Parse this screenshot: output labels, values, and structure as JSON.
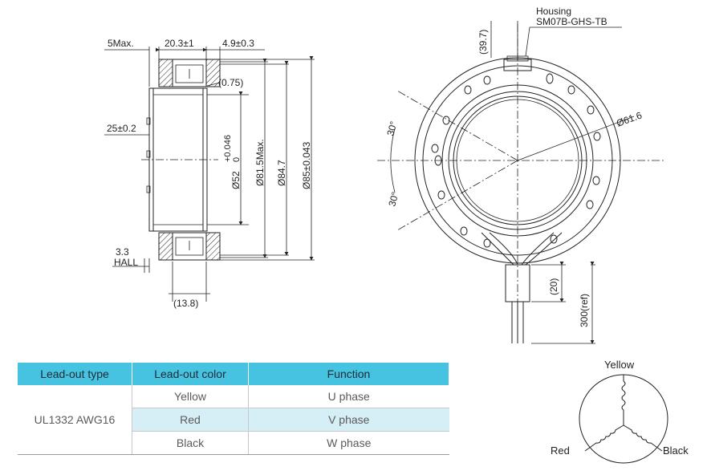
{
  "side_view": {
    "dim_5max": "5Max.",
    "dim_20_3": "20.3±1",
    "dim_4_9": "4.9±0.3",
    "dim_0_75": "(0.75)",
    "dim_25": "25±0.2",
    "dim_52_main": "Ø52",
    "dim_52_tol_upper": "+0.046",
    "dim_52_tol_lower": "0",
    "dim_81_5": "Ø81.5Max.",
    "dim_84_7": "Ø84.7",
    "dim_85": "Ø85±0.043",
    "dim_3_3": "3.3",
    "hall_label": "HALL",
    "dim_13_8": "(13.8)"
  },
  "front_view": {
    "housing_line1": "Housing",
    "housing_line2": "SM07B-GHS-TB",
    "dim_39_7": "(39.7)",
    "dim_61_6": "Ø61.6",
    "angle_top": "30°",
    "angle_bottom": "30°",
    "dim_20": "(20)",
    "dim_300": "300(ref)"
  },
  "table": {
    "headers": [
      "Lead-out type",
      "Lead-out color",
      "Function"
    ],
    "lead_type": "UL1332 AWG16",
    "rows": [
      {
        "color": "Yellow",
        "function": "U phase"
      },
      {
        "color": "Red",
        "function": "V phase"
      },
      {
        "color": "Black",
        "function": "W phase"
      }
    ]
  },
  "wiring": {
    "yellow": "Yellow",
    "red": "Red",
    "black": "Black"
  },
  "colors": {
    "table_header": "#45c3e0",
    "table_highlight": "#d6eef6"
  }
}
